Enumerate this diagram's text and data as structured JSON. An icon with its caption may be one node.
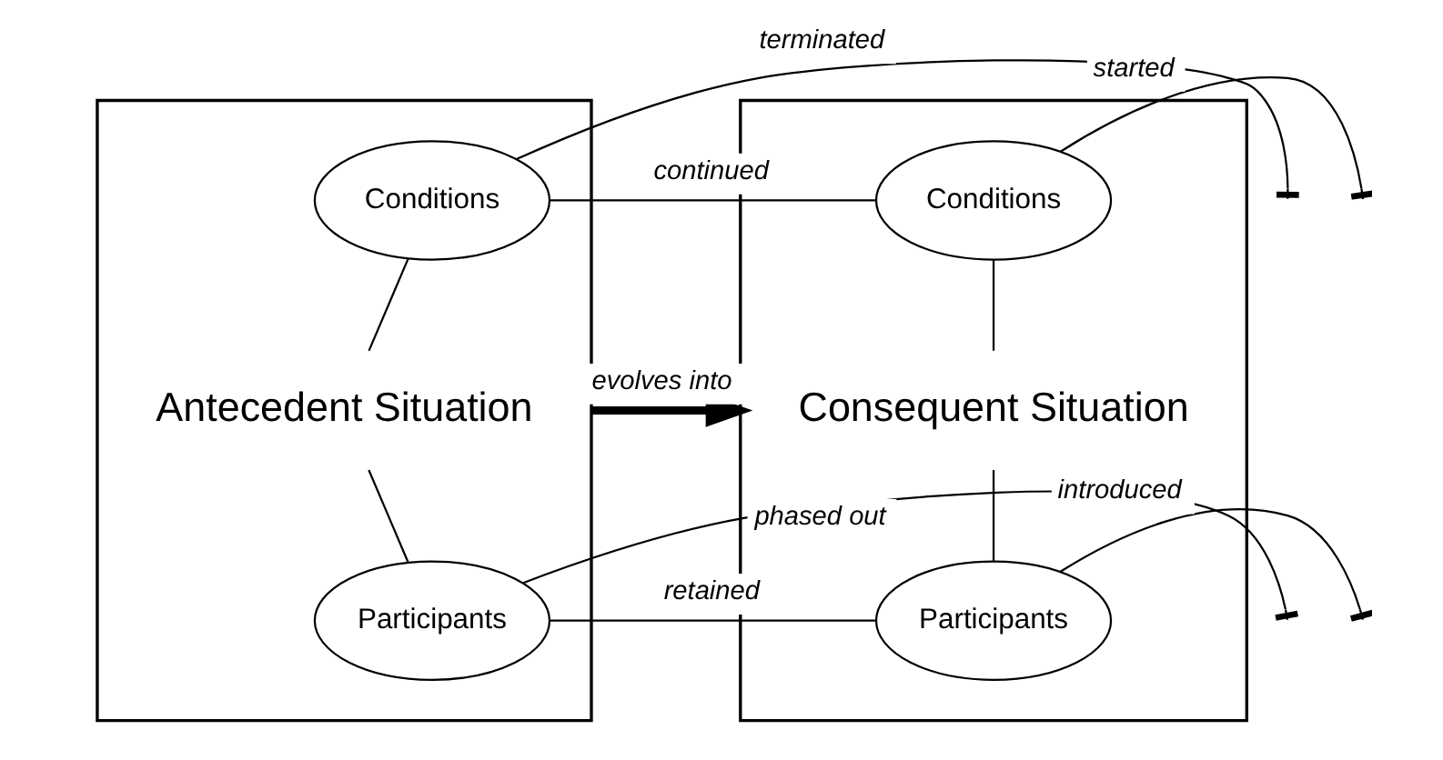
{
  "diagram": {
    "nodes": [
      {
        "text": [],
        "shape": "box"
      },
      {
        "text": [
          "Conditions"
        ],
        "in": 0
      },
      {
        "text": [
          "Antecedent Situation"
        ],
        "in": 0
      },
      {
        "text": [
          "Participants"
        ],
        "in": 0
      },
      {
        "text": [],
        "shape": "box"
      },
      {
        "text": [
          "Conditions"
        ],
        "in": 4
      },
      {
        "text": [
          "Consequent Situation"
        ],
        "in": 4
      },
      {
        "text": [
          "Participants"
        ],
        "in": 4
      }
    ],
    "edges": [
      {
        "from": 1,
        "to": 2,
        "arrow": "none"
      },
      {
        "from": 2,
        "to": 3,
        "arrow": "none"
      },
      {
        "from": 5,
        "to": 6,
        "arrow": "none"
      },
      {
        "from": 6,
        "to": 7,
        "arrow": "none"
      },
      {
        "from": 1,
        "to": null,
        "arrow": "other",
        "label": "terminated"
      },
      {
        "from": 1,
        "to": 5,
        "arrow": "none",
        "label": "continued"
      },
      {
        "from": 5,
        "to": null,
        "arrow": "other",
        "label": "started"
      },
      {
        "from": 0,
        "to": 4,
        "arrow": "to",
        "label": "evolves into",
        "style": "thick"
      },
      {
        "from": 3,
        "to": null,
        "arrow": "other",
        "label": "phased out"
      },
      {
        "from": 3,
        "to": 7,
        "arrow": "none",
        "label": "retained"
      },
      {
        "from": 7,
        "to": null,
        "arrow": "other",
        "label": "introduced"
      }
    ]
  }
}
